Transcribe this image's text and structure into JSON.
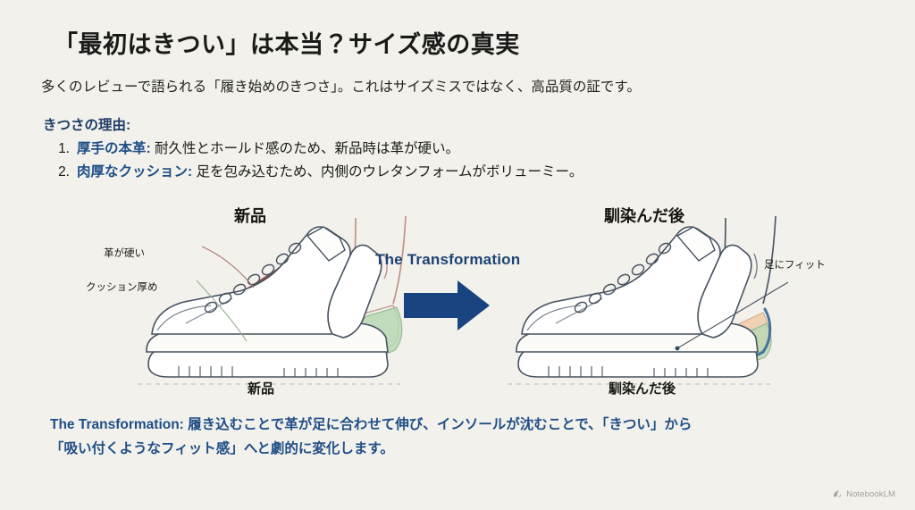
{
  "slide": {
    "background_color": "#f2f1ec",
    "title": "「最初はきつい」は本当？サイズ感の真実",
    "subtitle": "多くのレビューで語られる「履き始めのきつさ」。これはサイズミスではなく、高品質の証です。"
  },
  "reasons": {
    "heading": "きつさの理由:",
    "items": [
      {
        "number": "1.",
        "term": "厚手の本革:",
        "body": " 耐久性とホールド感のため、新品時は革が硬い。"
      },
      {
        "number": "2.",
        "term": "肉厚なクッション:",
        "body": " 足を包み込むため、内側のウレタンフォームがボリューミー。"
      }
    ],
    "accent_color": "#1f4e86"
  },
  "illustration": {
    "left_heading": "新品",
    "right_heading": "馴染んだ後",
    "left_caption": "新品",
    "right_caption": "馴染んだ後",
    "transform_label": "The Transformation",
    "annotations": {
      "leather_stiff": "革が硬い",
      "cushion_thick": "クッション厚め",
      "foot_fit": "足にフィット"
    },
    "colors": {
      "arrow": "#1a4480",
      "cushion_green": "#b8d8b4",
      "leather_brown": "#9a5c52",
      "conformed_blue": "#5182a8",
      "foot_peach": "#f0cdae",
      "outline": "#3d4a59"
    }
  },
  "summary": {
    "line1_label": "The Transformation:",
    "line1_body": " 履き込むことで革が足に合わせて伸び、インソールが沈むことで、「きつい」から",
    "line2": "「吸い付くようなフィット感」へと劇的に変化します。",
    "color": "#1f4e86"
  },
  "watermark": {
    "label": "NotebookLM",
    "icon": "notebooklm-icon"
  }
}
